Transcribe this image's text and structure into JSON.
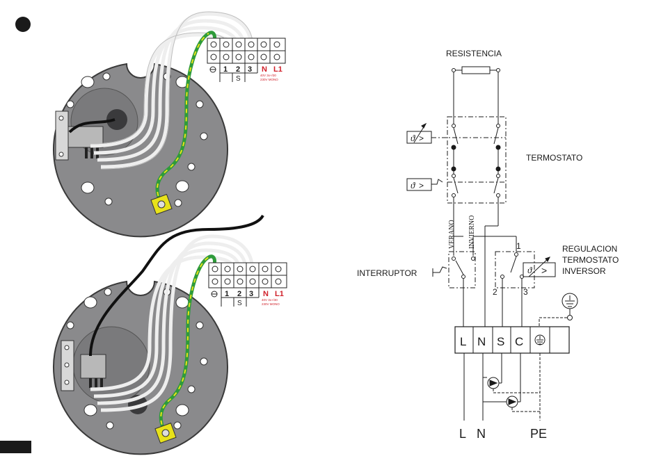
{
  "colors": {
    "plate": "#8a8a8c",
    "plate_dark": "#6f6f71",
    "coil": "#f2f2f2",
    "earth_green": "#2e9b3a",
    "earth_yellow": "#e8e21a",
    "terminal_red": "#d0202a",
    "line": "#1a1a1a"
  },
  "terminal_block": {
    "labels": [
      "1",
      "2",
      "3",
      "N",
      "L1"
    ],
    "sub_label": "S",
    "voltage_text_1": "40V 3x+/30",
    "voltage_text_2": "230V MONO"
  },
  "schematic": {
    "resistencia": "RESISTENCIA",
    "termostato": "TERMOSTATO",
    "interruptor": "INTERRUPTOR",
    "verano": "VERANO",
    "invierno": "INVIERNO",
    "regulacion_1": "REGULACION",
    "regulacion_2": "TERMOSTATO",
    "regulacion_3": "INVERSOR",
    "contact_1": "1",
    "contact_2": "2",
    "contact_3": "3",
    "terminals": [
      "L",
      "N",
      "S",
      "C"
    ],
    "bottom_L": "L",
    "bottom_N": "N",
    "bottom_PE": "PE",
    "theta_symbol": "ϑ"
  }
}
